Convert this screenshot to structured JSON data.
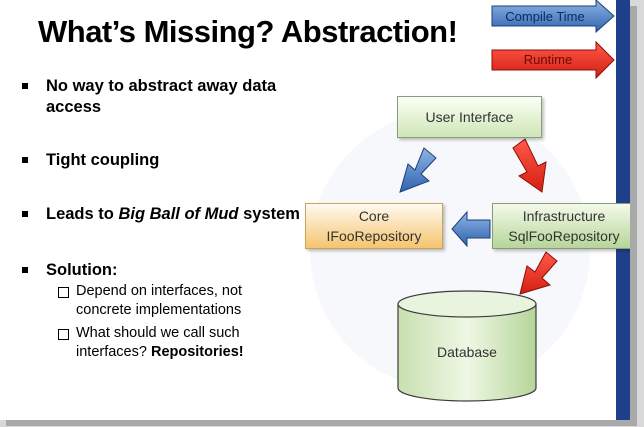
{
  "slide": {
    "title": "What’s Missing?  Abstraction!",
    "bullets": [
      {
        "text": "No way to abstract away data access"
      },
      {
        "text": "Tight coupling"
      },
      {
        "pre": "Leads to ",
        "em": "Big Ball of Mud",
        "post": " system"
      },
      {
        "text": "Solution:"
      }
    ],
    "sub_bullets": [
      {
        "text": "Depend on interfaces, not concrete implementations"
      },
      {
        "pre": "What should we call such interfaces? ",
        "strong": "Repositories!"
      }
    ]
  },
  "legend": {
    "compile_time": "Compile Time",
    "runtime": "Runtime"
  },
  "diagram": {
    "user_interface": "User Interface",
    "core": {
      "line1": "Core",
      "line2": "IFooRepository"
    },
    "infrastructure": {
      "line1": "Infrastructure",
      "line2": "SqlFooRepository"
    },
    "database": "Database"
  },
  "colors": {
    "compile_time_arrow": "#4a7ec3",
    "runtime_arrow": "#e8281d",
    "accent_bar": "#1f3f8a"
  }
}
